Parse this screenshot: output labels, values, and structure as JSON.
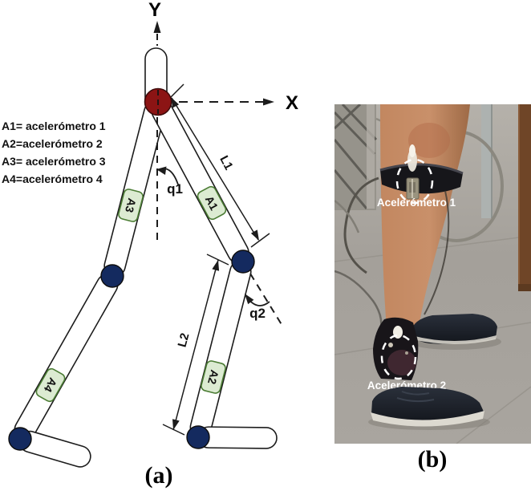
{
  "figure": {
    "panel_a": {
      "caption": "(a)",
      "y_axis_label": "Y",
      "x_axis_label": "X",
      "angle1_label": "q1",
      "angle2_label": "q2",
      "length1_label": "L1",
      "length2_label": "L2",
      "sensors": {
        "a1": "A1",
        "a2": "A2",
        "a3": "A3",
        "a4": "A4"
      },
      "legend": [
        "A1= acelerómetro 1",
        "A2=acelerómetro 2",
        "A3= acelerómetro 3",
        "A4=acelerómetro 4"
      ],
      "colors": {
        "hip_joint": "#8c1414",
        "other_joints": "#142a5f",
        "sensor_fill": "#dcebd2",
        "sensor_border": "#4c7d35",
        "line": "#1c1c1c"
      }
    },
    "panel_b": {
      "caption": "(b)",
      "annotation1": "Acelerómetro 1",
      "annotation2": "Acelerómetro 2"
    }
  }
}
